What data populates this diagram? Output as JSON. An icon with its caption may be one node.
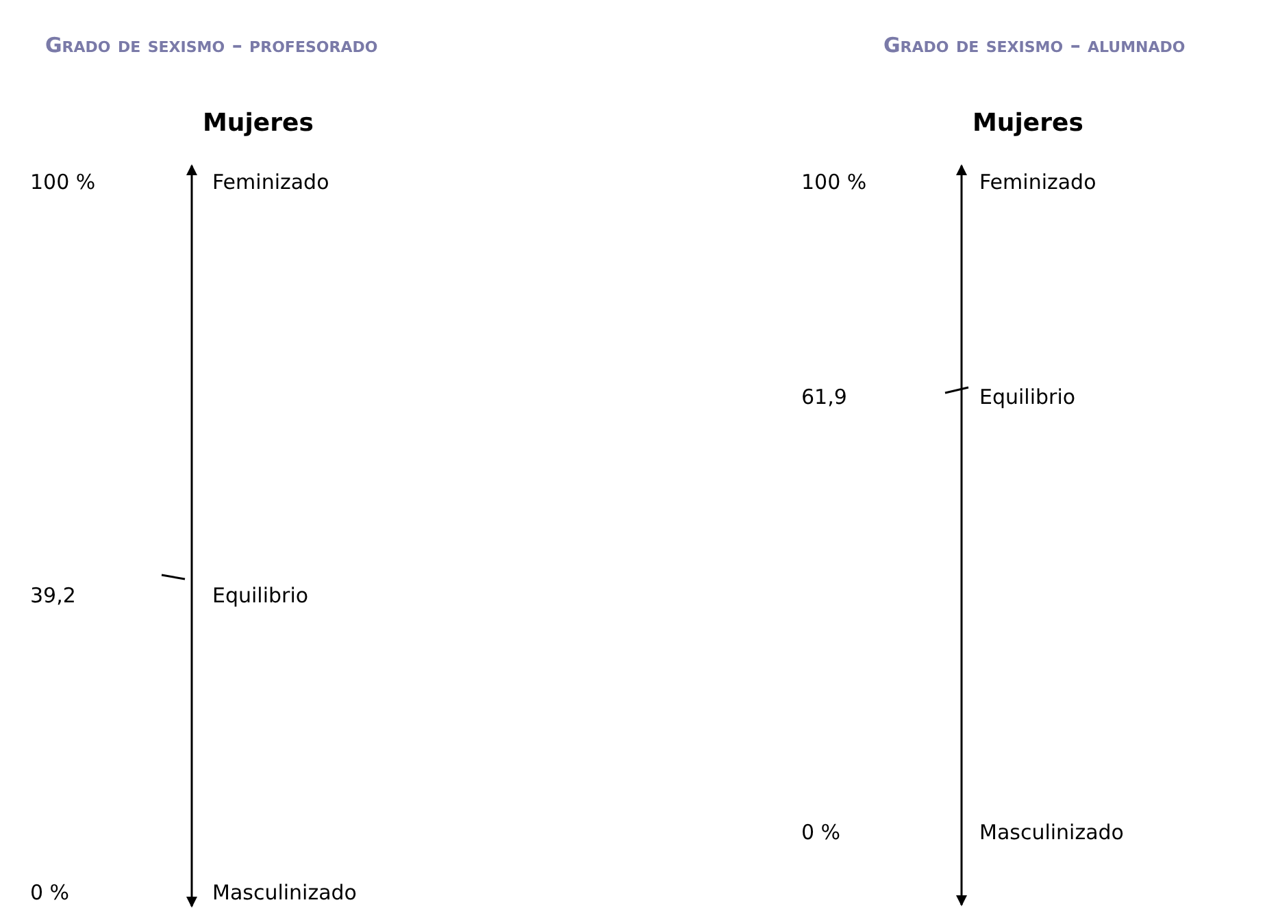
{
  "diagram": {
    "labels": [
      "Grado de sexismo – profesorado",
      "Grado de sexismo – alumnado",
      "Mujeres",
      "Mujeres",
      "100 %",
      "Feminizado",
      "100 %",
      "Feminizado",
      "61,9",
      "Equilibrio",
      "39,2",
      "Equilibrio",
      "0 %",
      "Masculinizado",
      "0 %",
      "Masculinizado"
    ]
  }
}
